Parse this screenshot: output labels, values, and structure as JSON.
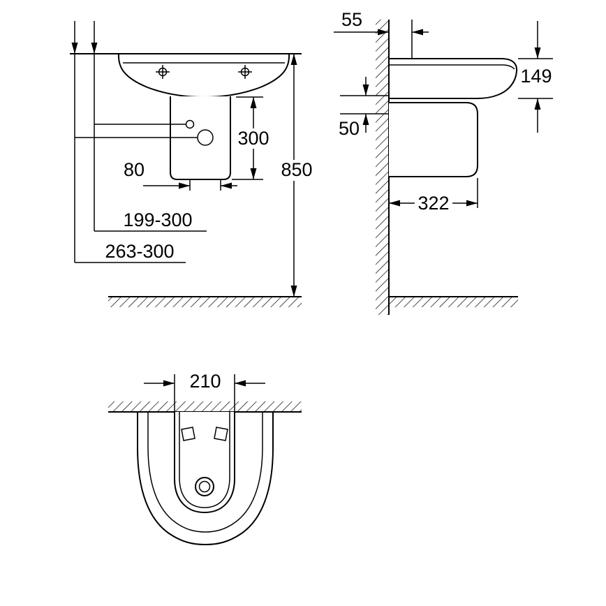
{
  "page": {
    "background_color": "#ffffff",
    "line_color": "#000000"
  },
  "views": {
    "front": {
      "dims": {
        "tap_hole_upper_range": "199-300",
        "tap_hole_lower_range": "263-300",
        "hole_spacing": "80",
        "pedestal_height": "300",
        "overall_height": "850"
      }
    },
    "side": {
      "dims": {
        "tap_wall_offset": "55",
        "basin_height": "149",
        "drain_offset": "50",
        "pedestal_depth": "322"
      }
    },
    "bottom": {
      "dims": {
        "pedestal_width": "210"
      }
    }
  }
}
